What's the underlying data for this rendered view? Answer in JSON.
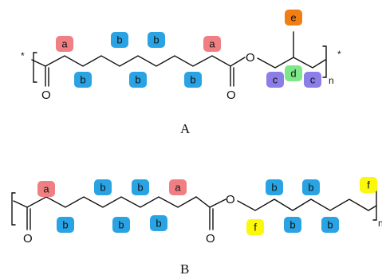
{
  "colors": {
    "a": "#f07f83",
    "b": "#29a3e3",
    "c": "#8c7ee9",
    "d": "#7ee889",
    "e": "#f07e15",
    "f": "#fbf70d"
  },
  "polymer_a": {
    "caption": "A",
    "end_star_left": "*",
    "end_star_right": "*",
    "repeat_n": "n",
    "oxygen_carbonyl_left": "O",
    "oxygen_carbonyl_right": "O",
    "oxygen_ester": "O",
    "tags": [
      "a",
      "b",
      "b",
      "b",
      "b",
      "b",
      "a",
      "c",
      "d",
      "c",
      "e"
    ]
  },
  "polymer_b": {
    "caption": "B",
    "repeat_n": "n",
    "oxygen_carbonyl_left": "O",
    "oxygen_carbonyl_right": "O",
    "oxygen_ester": "O",
    "tags": [
      "a",
      "b",
      "b",
      "b",
      "b",
      "b",
      "a",
      "f",
      "b",
      "b",
      "b",
      "b",
      "f"
    ]
  }
}
